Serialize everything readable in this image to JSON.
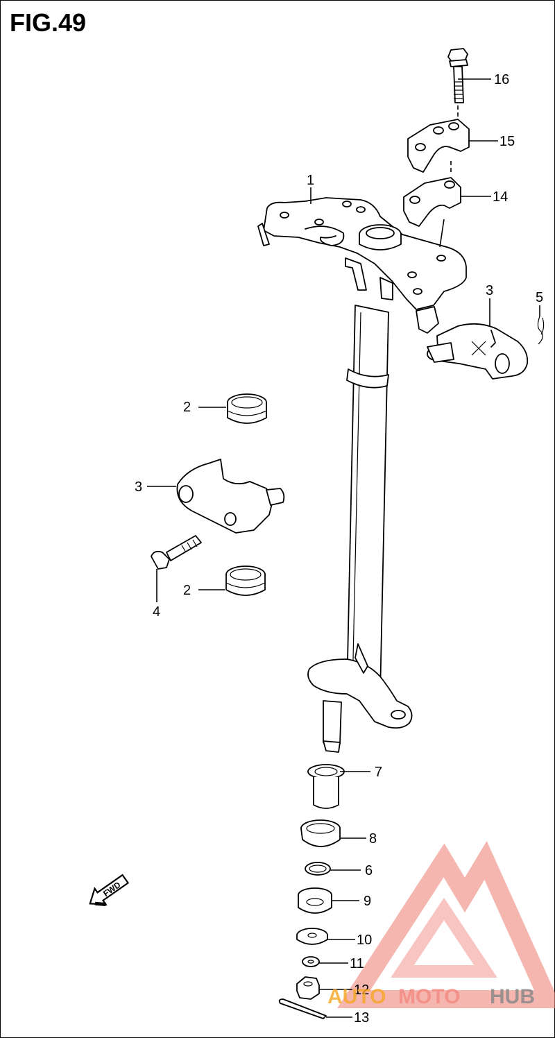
{
  "figure": {
    "title": "FIG.49"
  },
  "parts": [
    {
      "id": "p1",
      "label": "1"
    },
    {
      "id": "p2a",
      "label": "2"
    },
    {
      "id": "p2b",
      "label": "2"
    },
    {
      "id": "p3a",
      "label": "3"
    },
    {
      "id": "p3b",
      "label": "3"
    },
    {
      "id": "p4",
      "label": "4"
    },
    {
      "id": "p5",
      "label": "5"
    },
    {
      "id": "p6",
      "label": "6"
    },
    {
      "id": "p7",
      "label": "7"
    },
    {
      "id": "p8",
      "label": "8"
    },
    {
      "id": "p9",
      "label": "9"
    },
    {
      "id": "p10",
      "label": "10"
    },
    {
      "id": "p11",
      "label": "11"
    },
    {
      "id": "p12",
      "label": "12"
    },
    {
      "id": "p13",
      "label": "13"
    },
    {
      "id": "p14",
      "label": "14"
    },
    {
      "id": "p15",
      "label": "15"
    },
    {
      "id": "p16",
      "label": "16"
    }
  ],
  "direction_marker": {
    "text": "FWD"
  },
  "watermark": {
    "part1": "AUTO",
    "part2": "MOTO",
    "part3": "HUB",
    "color_light": "#f5a623",
    "color_accent": "#f28c84",
    "color_dark": "#8a8a8a"
  }
}
